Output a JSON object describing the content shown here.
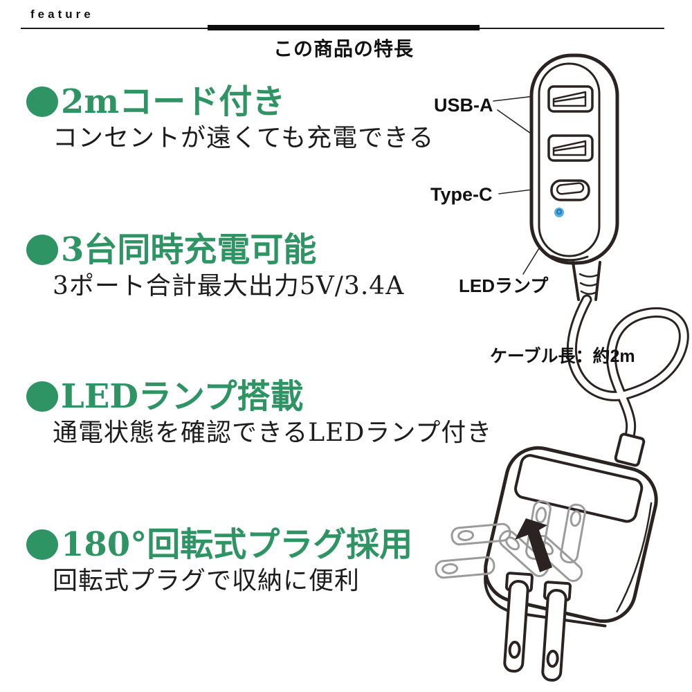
{
  "header": {
    "eyebrow": "feature",
    "title": "この商品の特長"
  },
  "features": [
    {
      "heading": "2mコード付き",
      "description": "コンセントが遠くても充電できる"
    },
    {
      "heading": "3台同時充電可能",
      "description": "3ポート合計最大出力5V/3.4A"
    },
    {
      "heading": "LEDランプ搭載",
      "description": "通電状態を確認できるLEDランプ付き"
    },
    {
      "heading": "180°回転式プラグ採用",
      "description": "回転式プラグで収納に便利"
    }
  ],
  "diagram": {
    "port_label_usb_a": "USB-A",
    "port_label_type_c": "Type-C",
    "led_label": "LEDランプ",
    "cable_length_label": "ケーブル長：約2m"
  },
  "colors": {
    "accent_green": "#2e9464",
    "led_blue": "#55aee2",
    "line_art": "#2a2321",
    "ghost_gray": "#9b9b9b"
  }
}
